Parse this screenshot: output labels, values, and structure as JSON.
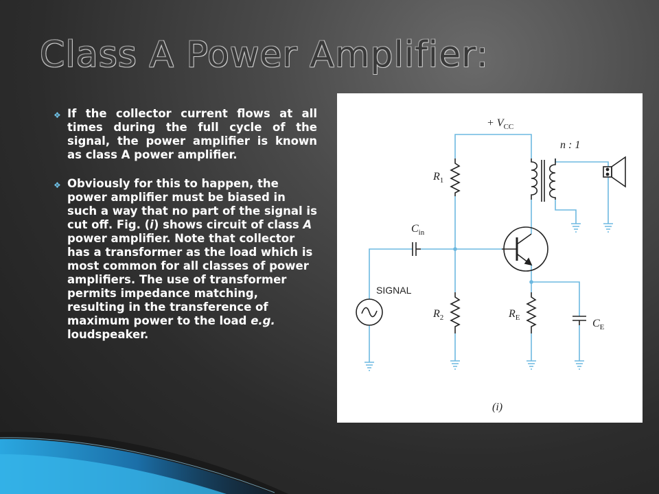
{
  "slide": {
    "title": "Class A Power Amplifier:",
    "bullets": [
      {
        "text": "If the collector current flows at all times during the full cycle of the signal, the power amplifier is known as class A power amplifier."
      },
      {
        "part1": "Obviously for this to happen, the power amplifier must be biased in such a way that no part of the signal is cut off. Fig. (",
        "italic1": "i",
        "part2": ") shows circuit of class ",
        "italic2": "A",
        "part3": " power amplifier. Note that collector has a transformer as the load which is most common for all classes of power amplifiers.  The use of transformer permits impedance matching, resulting in the transference of maximum power to the load ",
        "italic3": "e.g.",
        "part4": " loudspeaker."
      }
    ]
  },
  "circuit": {
    "vcc": "+ V",
    "vcc_sub": "CC",
    "ratio": "n : 1",
    "r1": "R",
    "r1_sub": "1",
    "r2": "R",
    "r2_sub": "2",
    "re": "R",
    "re_sub": "E",
    "cin": "C",
    "cin_sub": "in",
    "ce": "C",
    "ce_sub": "E",
    "signal": "SIGNAL",
    "fig_label": "(i)"
  },
  "colors": {
    "wire": "#6cb8e0",
    "component": "#222222",
    "bullet_marker": "#6fc1e6",
    "sweep_blue": "#1f8fd0"
  }
}
